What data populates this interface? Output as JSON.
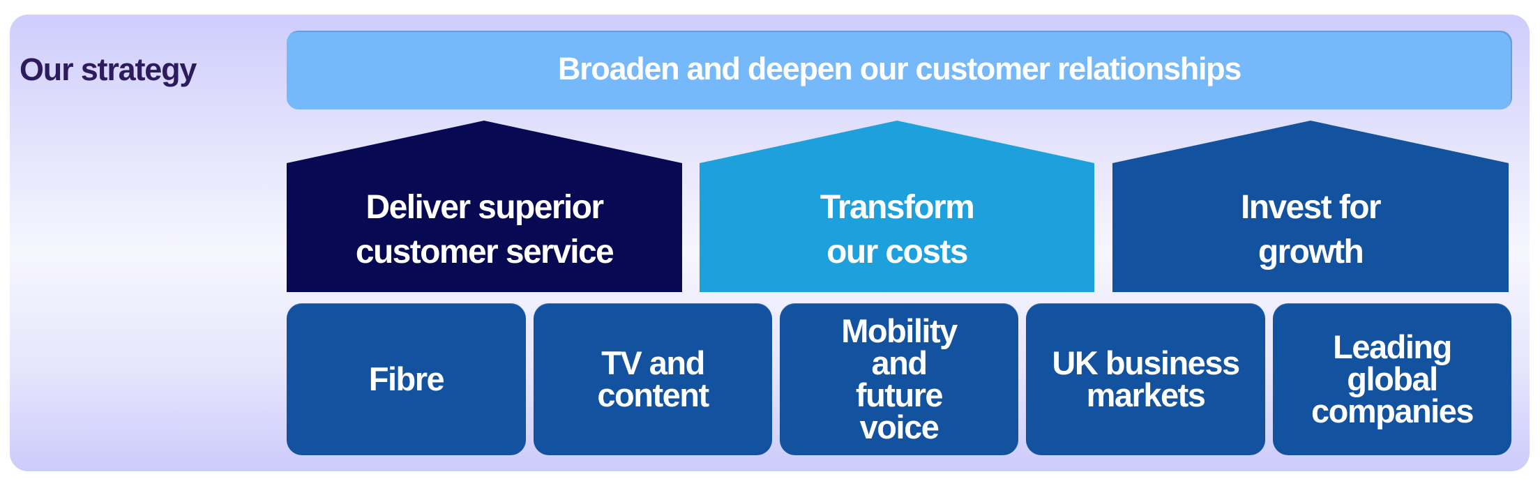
{
  "title": "Our strategy",
  "banner": {
    "text": "Broaden and deepen our customer relationships",
    "color": "#76b9fa"
  },
  "pillars_top": [
    {
      "lines": [
        "Deliver superior",
        "customer service"
      ],
      "color": "#070952"
    },
    {
      "lines": [
        "Transform",
        "our costs"
      ],
      "color": "#1ea0dc"
    },
    {
      "lines": [
        "Invest for",
        "growth"
      ],
      "color": "#12529e"
    }
  ],
  "pillars_bottom": [
    {
      "lines": [
        "Fibre"
      ]
    },
    {
      "lines": [
        "TV and",
        "content"
      ]
    },
    {
      "lines": [
        "Mobility",
        "and",
        "future",
        "voice"
      ]
    },
    {
      "lines": [
        "UK business",
        "markets"
      ]
    },
    {
      "lines": [
        "Leading",
        "global",
        "companies"
      ]
    }
  ],
  "colors": {
    "title": "#2e1b5b",
    "frame": "#cecdfc",
    "pillar": "#12529e",
    "text": "#ffffff"
  }
}
